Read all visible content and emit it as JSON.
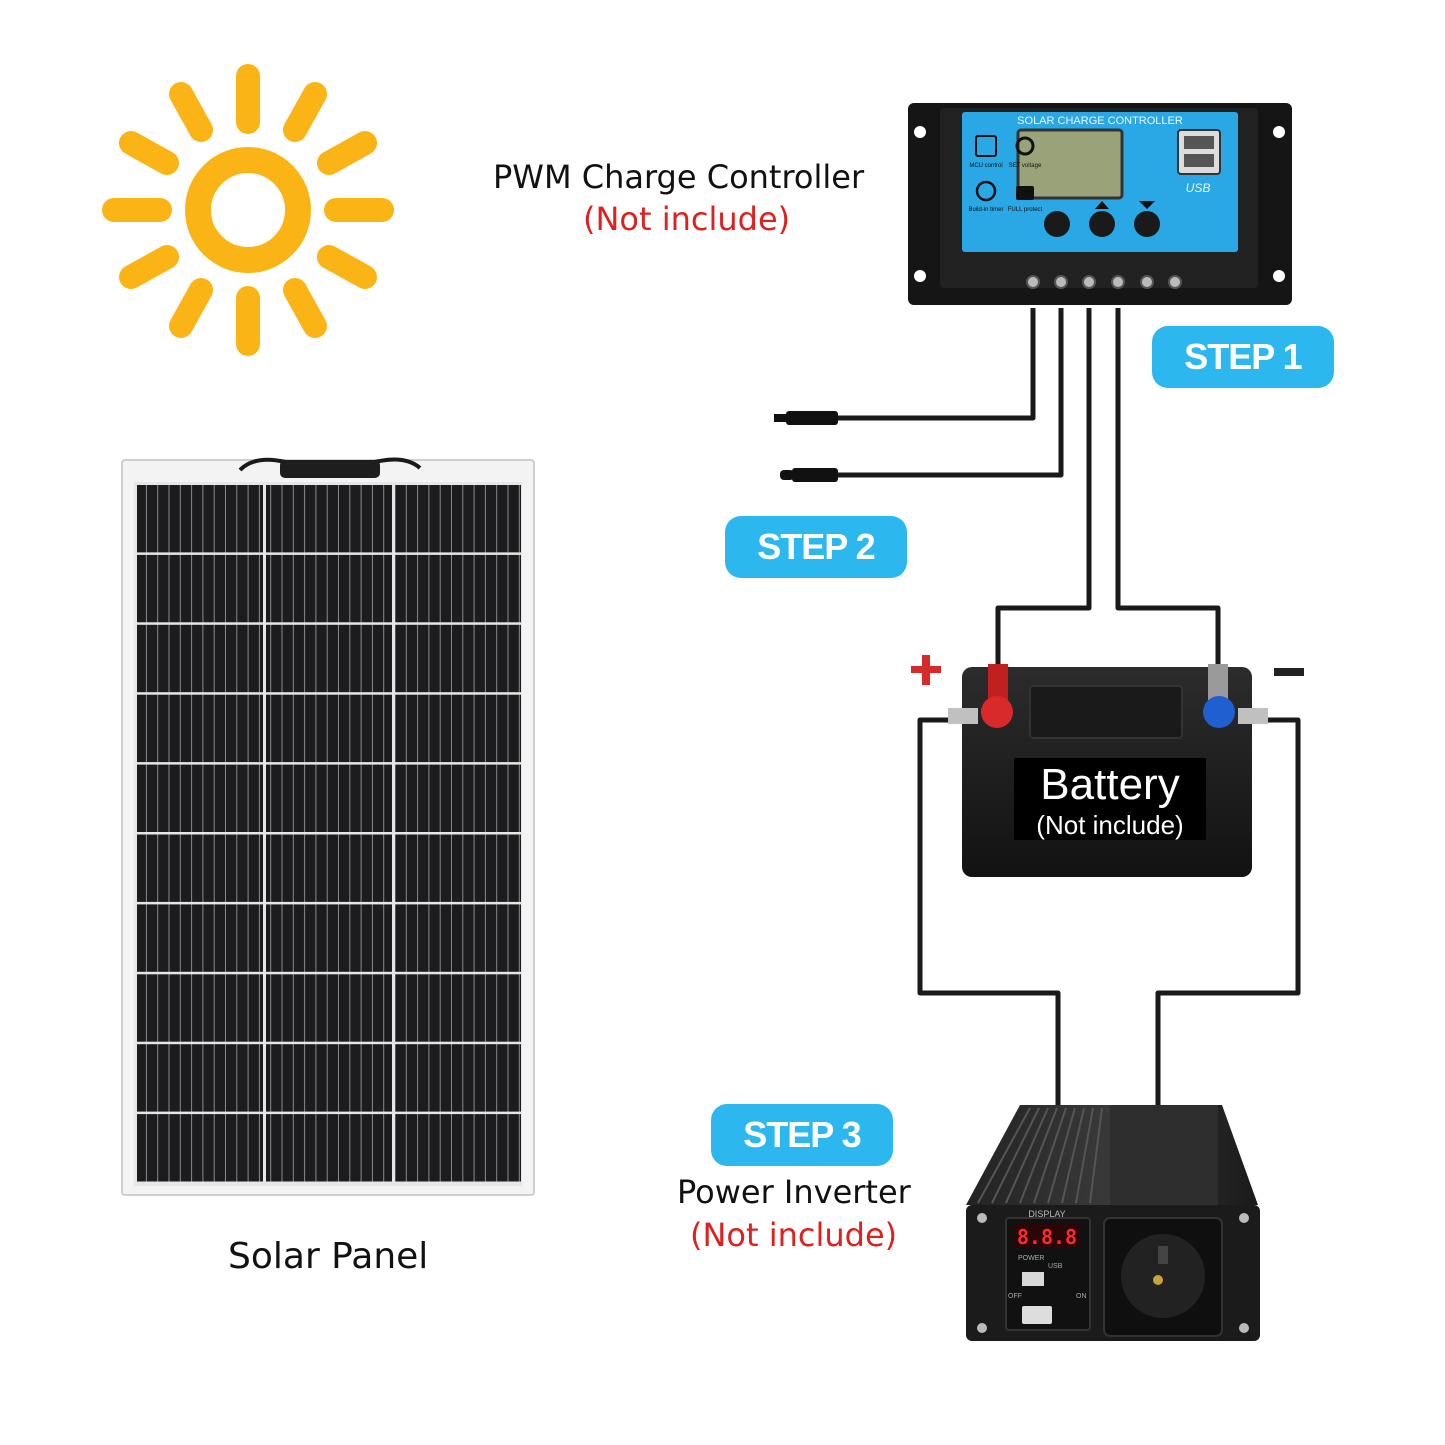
{
  "colors": {
    "sun": "#fbb416",
    "step_badge": "#2cb8ee",
    "not_included_text": "#e0201e",
    "wire": "#1a1a1a",
    "controller_screen": "#2aa8e6",
    "positive_terminal": "#d82a2a",
    "negative_terminal": "#1f5fd0"
  },
  "icons": {
    "sun": "sun-icon",
    "plus_sign": "plus-sign",
    "minus_sign": "minus-sign"
  },
  "labels": {
    "solar_panel": "Solar Panel",
    "controller": {
      "name": "PWM Charge Controller",
      "note": "(Not include)",
      "panel_header": "SOLAR CHARGE CONTROLLER",
      "usb_label": "USB",
      "icon_mcu": "MCU control",
      "icon_set": "SET voltage",
      "icon_timer": "Build-in timer",
      "icon_full": "FULL protect"
    },
    "battery": {
      "name": "Battery",
      "note": "(Not include)"
    },
    "inverter": {
      "name": "Power Inverter",
      "note": "(Not include)",
      "display_label": "DISPLAY",
      "display_value": "8.8.8",
      "power_label": "POWER",
      "usb_label": "USB",
      "off_label": "OFF",
      "on_label": "ON"
    }
  },
  "steps": [
    {
      "label": "STEP 1"
    },
    {
      "label": "STEP 2"
    },
    {
      "label": "STEP 3"
    }
  ]
}
